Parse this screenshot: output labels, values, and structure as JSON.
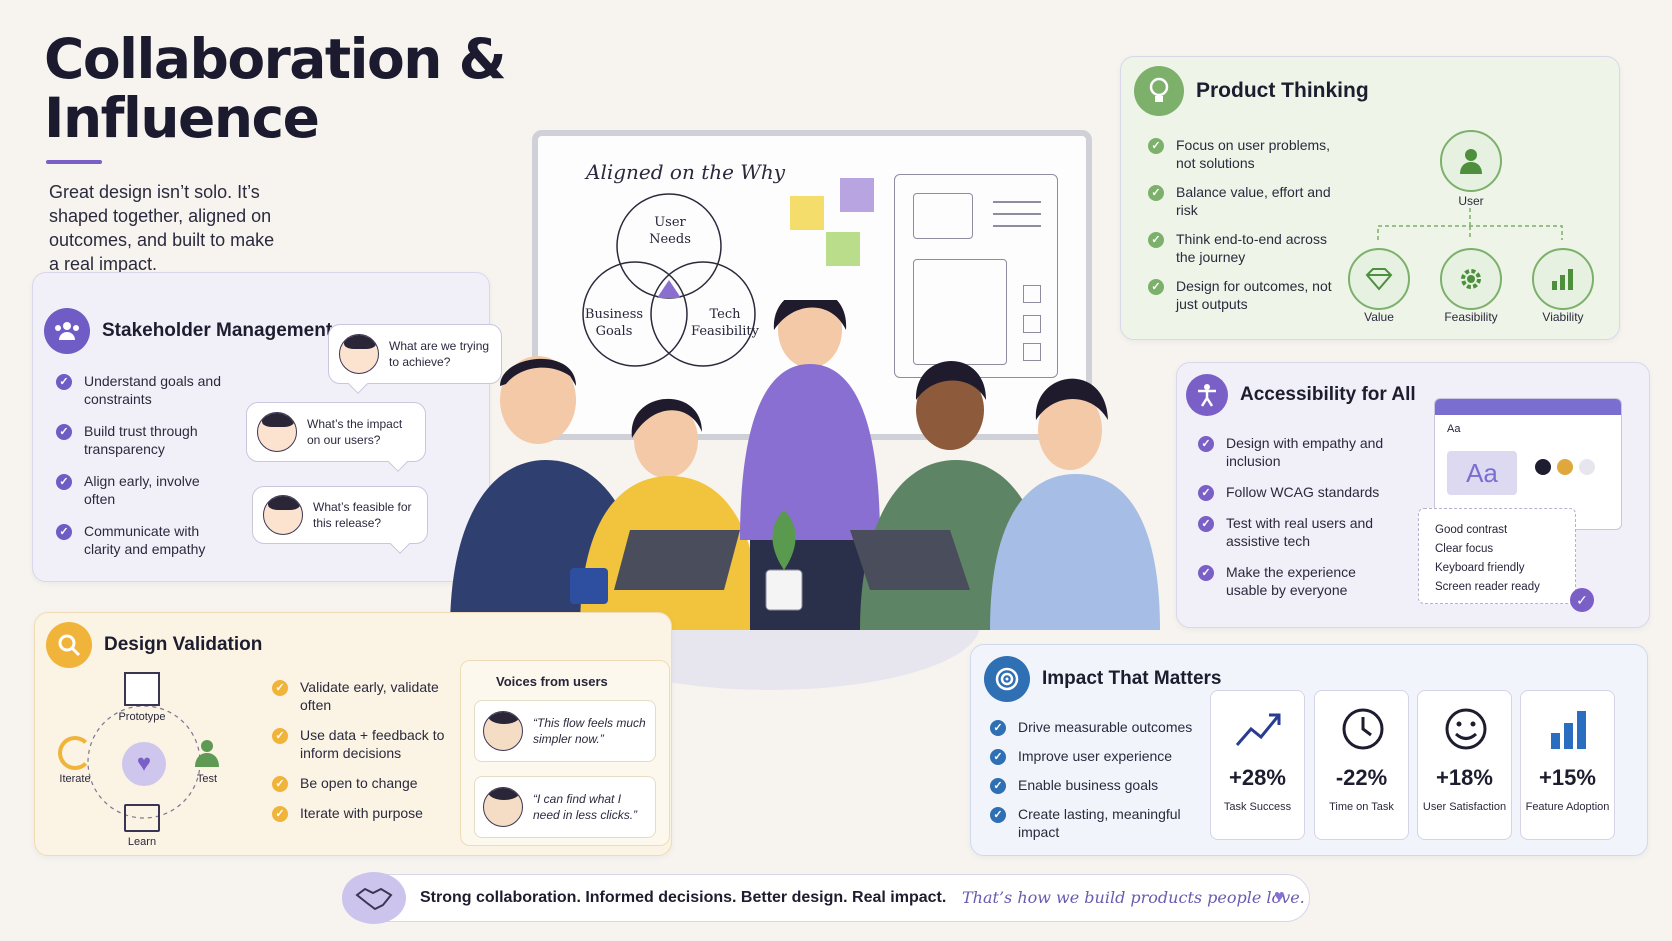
{
  "title": {
    "line1": "Collaboration &",
    "line2": "Influence"
  },
  "intro": "Great design isn’t solo. It’s shaped together, aligned on outcomes, and built to make a real impact.",
  "colors": {
    "purple": "#7a5fc7",
    "green": "#7cb06b",
    "amber": "#f0b43a",
    "blue": "#2f6fb3",
    "navy": "#2a3c8f"
  },
  "stakeholder": {
    "title": "Stakeholder Management",
    "icon": "people-icon",
    "items": [
      "Understand goals and constraints",
      "Build trust through transparency",
      "Align early, involve often",
      "Communicate with clarity and empathy"
    ],
    "bubbles": [
      "What are we trying to achieve?",
      "What’s the impact on our users?",
      "What’s feasible for this release?"
    ]
  },
  "whiteboard": {
    "heading": "Aligned on the Why",
    "venn": [
      "User Needs",
      "Business Goals",
      "Tech Feasibility"
    ]
  },
  "product": {
    "title": "Product Thinking",
    "icon": "lightbulb-icon",
    "items": [
      "Focus on user problems, not solutions",
      "Balance value, effort and risk",
      "Think end-to-end across the journey",
      "Design for outcomes, not just outputs"
    ],
    "diagram": {
      "root": "User",
      "children": [
        "Value",
        "Feasibility",
        "Viability"
      ]
    }
  },
  "accessibility": {
    "title": "Accessibility for All",
    "icon": "accessibility-icon",
    "items": [
      "Design with empathy and inclusion",
      "Follow WCAG standards",
      "Test with real users and assistive tech",
      "Make the experience usable by everyone"
    ],
    "window_label": "Aa",
    "sample": "Aa",
    "checklist": [
      "Good contrast",
      "Clear focus",
      "Keyboard friendly",
      "Screen reader ready"
    ]
  },
  "validation": {
    "title": "Design Validation",
    "icon": "magnifier-icon",
    "cycle": [
      "Prototype",
      "Test",
      "Learn",
      "Iterate"
    ],
    "items": [
      "Validate early, validate often",
      "Use data + feedback to inform decisions",
      "Be open to change",
      "Iterate with purpose"
    ],
    "voices_title": "Voices from users",
    "quotes": [
      "“This flow feels much simpler now.”",
      "“I can find what I need in less clicks.”"
    ]
  },
  "impact": {
    "title": "Impact That Matters",
    "icon": "target-icon",
    "items": [
      "Drive measurable outcomes",
      "Improve user experience",
      "Enable business goals",
      "Create lasting, meaningful impact"
    ],
    "stats": [
      {
        "value": "+28%",
        "label": "Task Success",
        "icon": "trend-up-icon"
      },
      {
        "value": "-22%",
        "label": "Time on Task",
        "icon": "clock-icon"
      },
      {
        "value": "+18%",
        "label": "User Satisfaction",
        "icon": "smiley-icon"
      },
      {
        "value": "+15%",
        "label": "Feature Adoption",
        "icon": "bar-chart-icon"
      }
    ]
  },
  "footer": {
    "statement": "Strong collaboration. Informed decisions. Better design. Real impact.",
    "tagline": "That’s how we build products people love.",
    "icon": "handshake-icon"
  }
}
